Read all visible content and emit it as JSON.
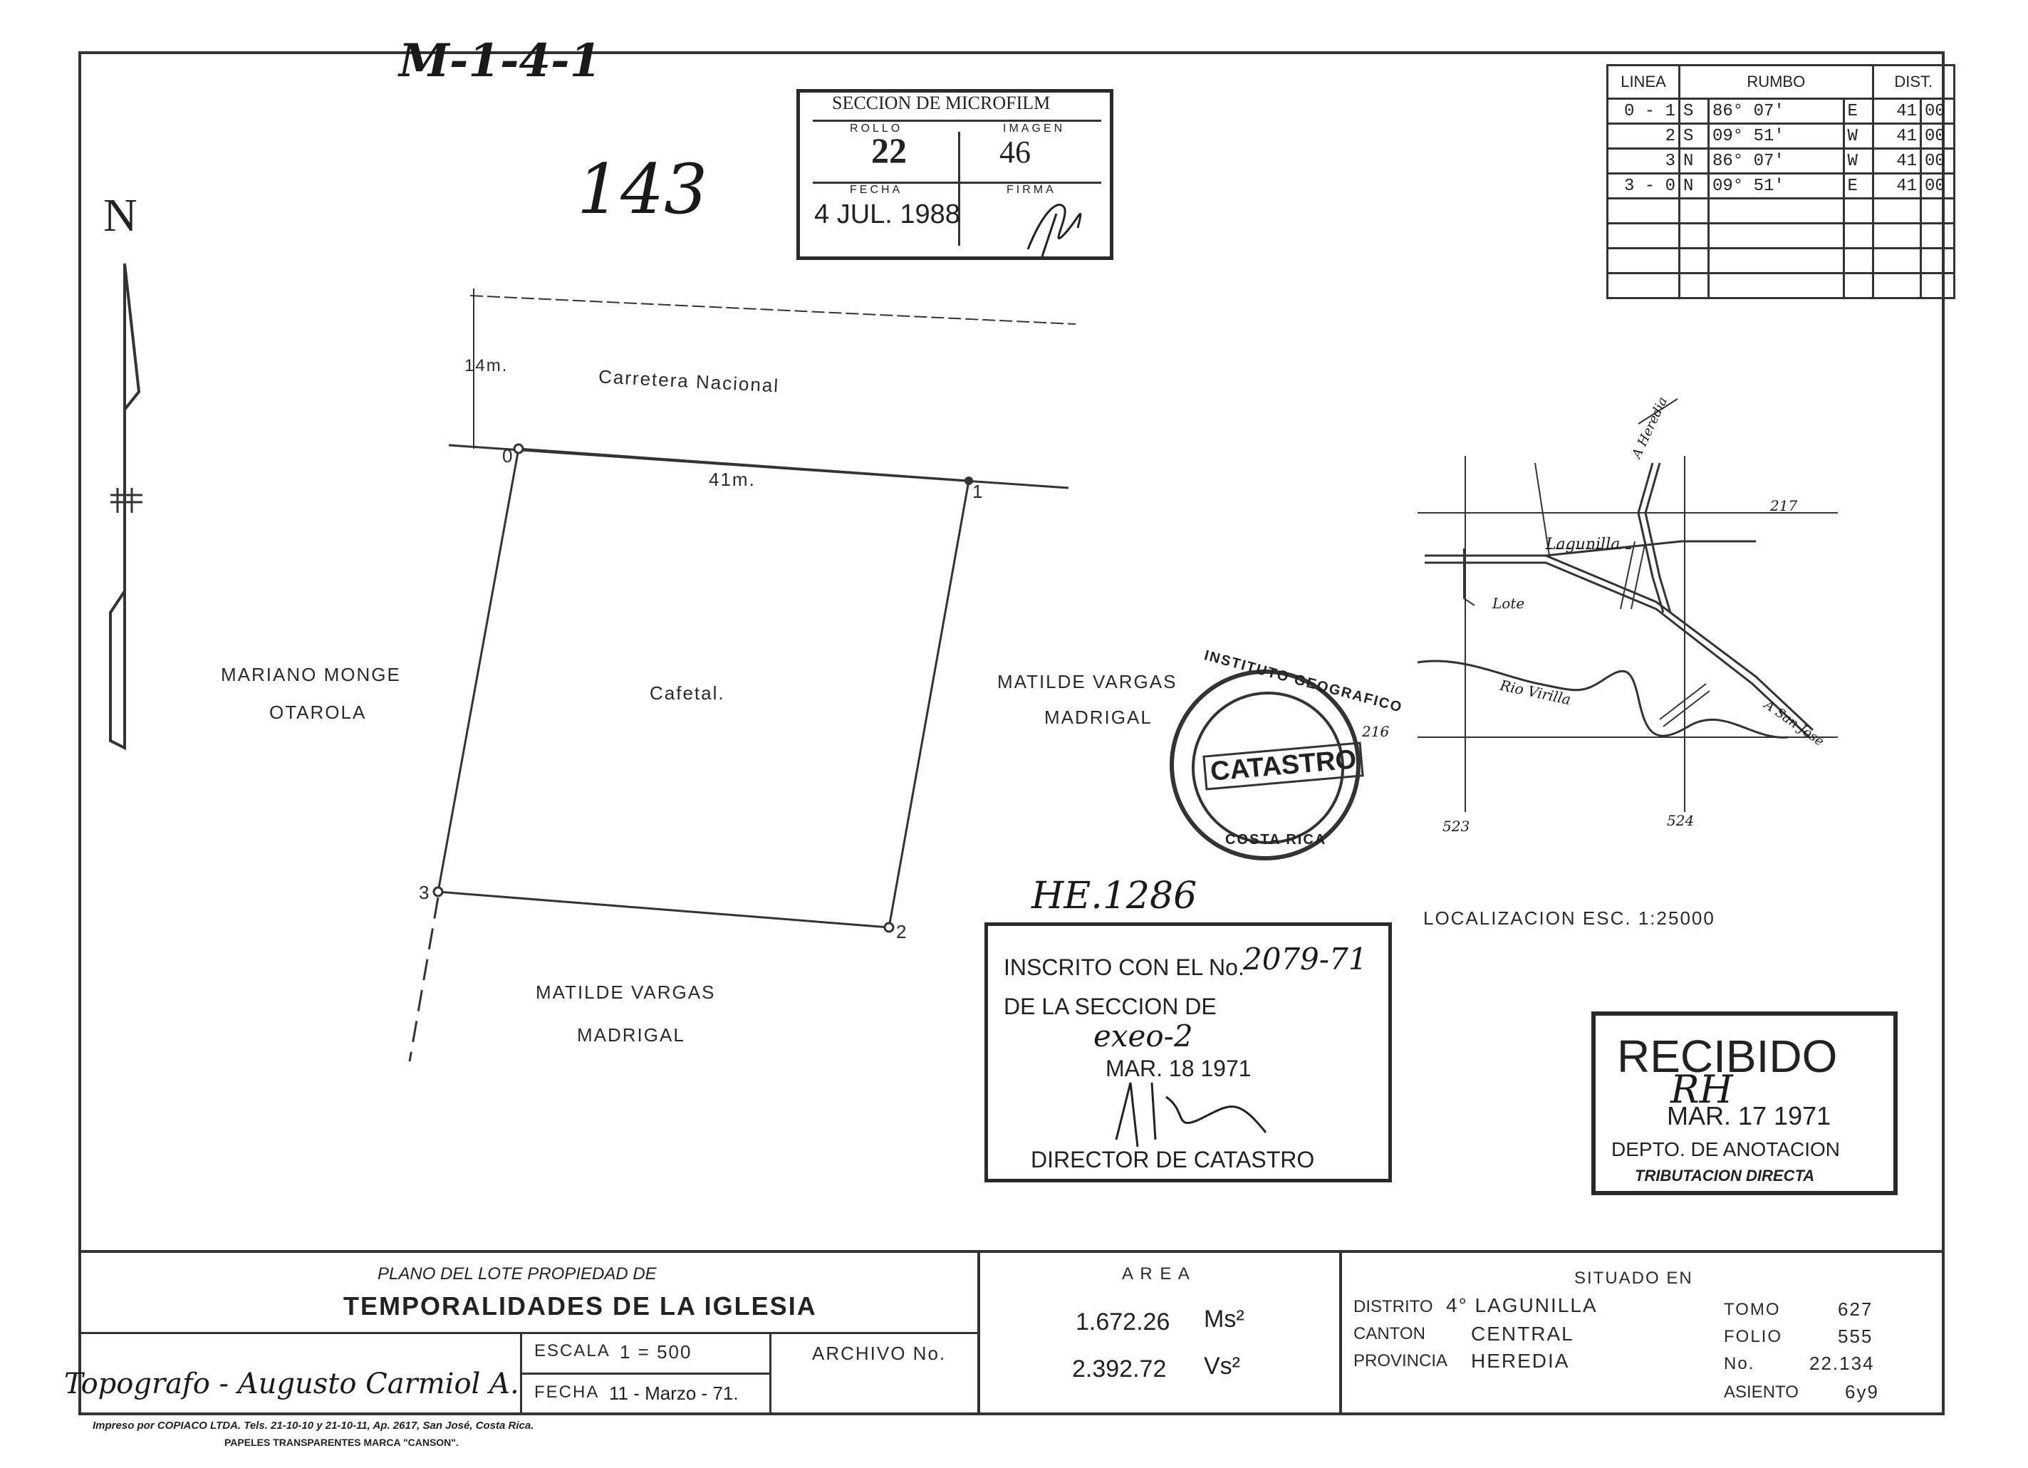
{
  "handwritten": {
    "top_ref": "M-1-4-1",
    "number": "143",
    "he_number": "HE.1286"
  },
  "microfilm": {
    "title": "SECCION DE MICROFILM",
    "rollo_label": "ROLLO",
    "rollo_value": "22",
    "imagen_label": "IMAGEN",
    "imagen_value": "46",
    "fecha_label": "FECHA",
    "fecha_value": "4 JUL. 1988",
    "firma_label": "FIRMA"
  },
  "north_label": "N",
  "rumbo_table": {
    "headers": [
      "LINEA",
      "RUMBO",
      "DIST."
    ],
    "rows": [
      {
        "linea": "0 - 1",
        "ns": "S",
        "deg": "86° 07'",
        "ew": "E",
        "dist": "41",
        "dec": "00"
      },
      {
        "linea": "2",
        "ns": "S",
        "deg": "09° 51'",
        "ew": "W",
        "dist": "41",
        "dec": "00"
      },
      {
        "linea": "3",
        "ns": "N",
        "deg": "86° 07'",
        "ew": "W",
        "dist": "41",
        "dec": "00"
      },
      {
        "linea": "3 - 0",
        "ns": "N",
        "deg": "09° 51'",
        "ew": "E",
        "dist": "41",
        "dec": "00"
      }
    ]
  },
  "plan": {
    "road_width": "14m.",
    "road_name": "Carretera Nacional",
    "side_length": "41m.",
    "lot_use": "Cafetal.",
    "vertex_0": "0",
    "vertex_1": "1",
    "vertex_2": "2",
    "vertex_3": "3",
    "neighbor_west_1": "MARIANO MONGE",
    "neighbor_west_2": "OTAROLA",
    "neighbor_east_1": "MATILDE  VARGAS",
    "neighbor_east_2": "MADRIGAL",
    "neighbor_south_1": "MATILDE VARGAS",
    "neighbor_south_2": "MADRIGAL"
  },
  "location_map": {
    "lagunilla": "Lagunilla",
    "lote": "Lote",
    "rio": "Rio Virilla",
    "a_heredia": "A Heredia",
    "a_san_jose": "A San José",
    "grid_217": "217",
    "grid_216": "216",
    "grid_523": "523",
    "grid_524": "524",
    "caption": "LOCALIZACION  ESC. 1:25000"
  },
  "catastro_seal": {
    "top_text": "INSTITUTO GEOGRAFICO",
    "center_text": "CATASTRO",
    "bottom_text": "COSTA RICA"
  },
  "inscrito_stamp": {
    "line1": "INSCRITO CON EL No.",
    "line1_hand": "2079-71",
    "line2": "DE LA SECCION DE",
    "line3_hand": "exeo-2",
    "date": "MAR. 18 1971",
    "footer": "DIRECTOR DE CATASTRO"
  },
  "recibido_stamp": {
    "title": "RECIBIDO",
    "initials": "RH",
    "date": "MAR. 17 1971",
    "dept": "DEPTO. DE ANOTACION",
    "sub": "TRIBUTACION DIRECTA"
  },
  "title_block": {
    "plano_label": "PLANO DEL LOTE PROPIEDAD DE",
    "owner": "TEMPORALIDADES DE LA IGLESIA",
    "escala_label": "ESCALA",
    "escala_value": "1 = 500",
    "archivo_label": "ARCHIVO No.",
    "fecha_label": "FECHA",
    "fecha_value": "11 - Marzo - 71.",
    "topografo": "Topografo - Augusto Carmiol A.",
    "area_label": "A R E A",
    "area_ms": "1.672.26",
    "area_ms_unit": "Ms²",
    "area_vs": "2.392.72",
    "area_vs_unit": "Vs²",
    "situado_label": "SITUADO EN",
    "distrito_label": "DISTRITO",
    "distrito_value": "4° LAGUNILLA",
    "canton_label": "CANTON",
    "canton_value": "CENTRAL",
    "provincia_label": "PROVINCIA",
    "provincia_value": "HEREDIA",
    "tomo_label": "TOMO",
    "tomo_value": "627",
    "folio_label": "FOLIO",
    "folio_value": "555",
    "no_label": "No.",
    "no_value": "22.134",
    "asiento_label": "ASIENTO",
    "asiento_value": "6y9"
  },
  "printer": {
    "line1": "Impreso por COPIACO LTDA. Tels. 21-10-10 y 21-10-11, Ap. 2617, San José, Costa Rica.",
    "line2": "PAPELES TRANSPARENTES MARCA \"CANSON\"."
  }
}
